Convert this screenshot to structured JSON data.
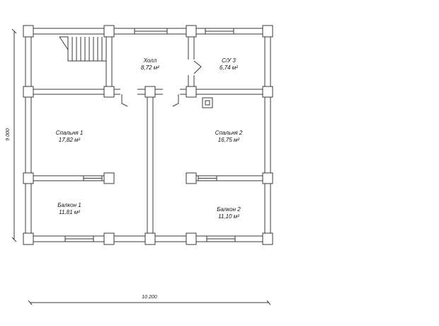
{
  "rooms": [
    {
      "name": "Холл",
      "area": "8,72 м²"
    },
    {
      "name": "С/У 3",
      "area": "6,74 м²"
    },
    {
      "name": "Спальня 1",
      "area": "17,82 м²"
    },
    {
      "name": "Спальня 2",
      "area": "16,75 м²"
    },
    {
      "name": "Балкон 1",
      "area": "11,81 м²"
    },
    {
      "name": "Балкон 2",
      "area": "11,10 м²"
    }
  ],
  "dimensions": {
    "width": "10 200",
    "height": "9 000"
  }
}
